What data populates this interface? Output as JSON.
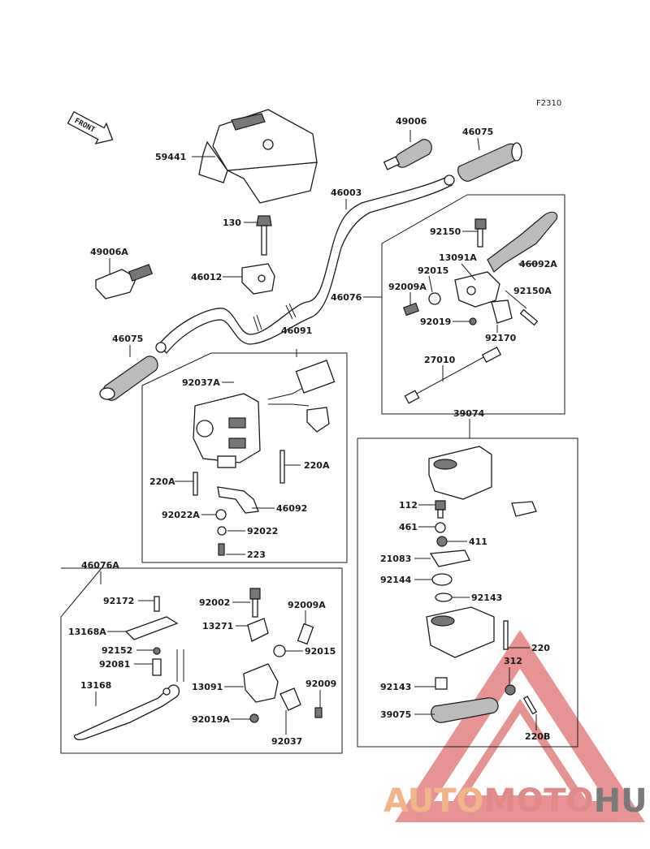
{
  "figure_code": "F2310",
  "front_label": "FRONT",
  "watermark": {
    "part1": "AUTO",
    "part2": "MOTO",
    "part3": "HUB",
    "color1": "#f0b488",
    "color2": "#e08a8a",
    "color3": "#7a7a7a"
  },
  "parts": {
    "p59441": "59441",
    "p49006": "49006",
    "p46075_right": "46075",
    "p46003": "46003",
    "p130": "130",
    "p49006A": "49006A",
    "p46012": "46012",
    "p46075_left": "46075",
    "p46091": "46091",
    "p92037A_top": "92037A",
    "p220A_left": "220A",
    "p220A_right": "220A",
    "p92022A": "92022A",
    "p46092": "46092",
    "p92022": "92022",
    "p223": "223",
    "p92150": "92150",
    "p13091A": "13091A",
    "p92015_top": "92015",
    "p46092A": "46092A",
    "p46076": "46076",
    "p92009A_top": "92009A",
    "p92150A": "92150A",
    "p92019": "92019",
    "p92170": "92170",
    "p27010": "27010",
    "p39074": "39074",
    "p112": "112",
    "p461": "461",
    "p411": "411",
    "p21083": "21083",
    "p92144": "92144",
    "p92143_top": "92143",
    "p220": "220",
    "p312": "312",
    "p92143_bottom": "92143",
    "p39075": "39075",
    "p220B": "220B",
    "p46076A": "46076A",
    "p92172": "92172",
    "p13168A": "13168A",
    "p92152": "92152",
    "p92081": "92081",
    "p13168": "13168",
    "p92002": "92002",
    "p13271": "13271",
    "p92009A_bottom": "92009A",
    "p92015_bottom": "92015",
    "p13091": "13091",
    "p92009": "92009",
    "p92019A": "92019A",
    "p92037": "92037"
  }
}
